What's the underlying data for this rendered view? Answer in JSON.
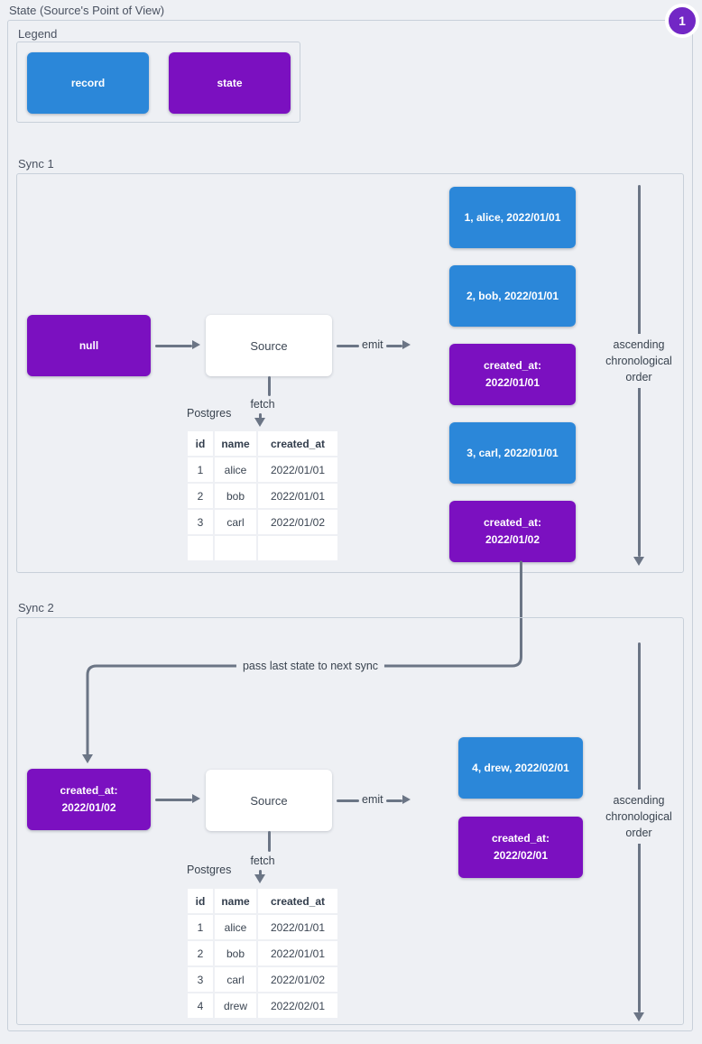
{
  "page": {
    "title": "State (Source's Point of View)",
    "badge": "1"
  },
  "colors": {
    "record": "#2b87d9",
    "state": "#7b10c0",
    "badge": "#7227c5",
    "line": "#6b7585",
    "background": "#eef0f4"
  },
  "legend": {
    "title": "Legend",
    "items": [
      {
        "label": "record"
      },
      {
        "label": "state"
      }
    ]
  },
  "sync1": {
    "title": "Sync 1",
    "input_state": "null",
    "source": "Source",
    "emit": "emit",
    "fetch": "fetch",
    "database": "Postgres",
    "order_note": "ascending chronological order",
    "emitted": [
      {
        "type": "record",
        "text": "1, alice, 2022/01/01"
      },
      {
        "type": "record",
        "text": "2, bob, 2022/01/01"
      },
      {
        "type": "state",
        "text": "created_at: 2022/01/01"
      },
      {
        "type": "record",
        "text": "3, carl, 2022/01/01"
      },
      {
        "type": "state",
        "text": "created_at: 2022/01/02"
      }
    ],
    "table": {
      "headers": [
        "id",
        "name",
        "created_at"
      ],
      "rows": [
        [
          "1",
          "alice",
          "2022/01/01"
        ],
        [
          "2",
          "bob",
          "2022/01/01"
        ],
        [
          "3",
          "carl",
          "2022/01/02"
        ],
        [
          "",
          "",
          ""
        ]
      ]
    }
  },
  "connector": {
    "label": "pass last state to next sync"
  },
  "sync2": {
    "title": "Sync 2",
    "input_state": "created_at: 2022/01/02",
    "source": "Source",
    "emit": "emit",
    "fetch": "fetch",
    "database": "Postgres",
    "order_note": "ascending chronological order",
    "emitted": [
      {
        "type": "record",
        "text": "4, drew, 2022/02/01"
      },
      {
        "type": "state",
        "text": "created_at: 2022/02/01"
      }
    ],
    "table": {
      "headers": [
        "id",
        "name",
        "created_at"
      ],
      "rows": [
        [
          "1",
          "alice",
          "2022/01/01"
        ],
        [
          "2",
          "bob",
          "2022/01/01"
        ],
        [
          "3",
          "carl",
          "2022/01/02"
        ],
        [
          "4",
          "drew",
          "2022/02/01"
        ]
      ]
    }
  }
}
